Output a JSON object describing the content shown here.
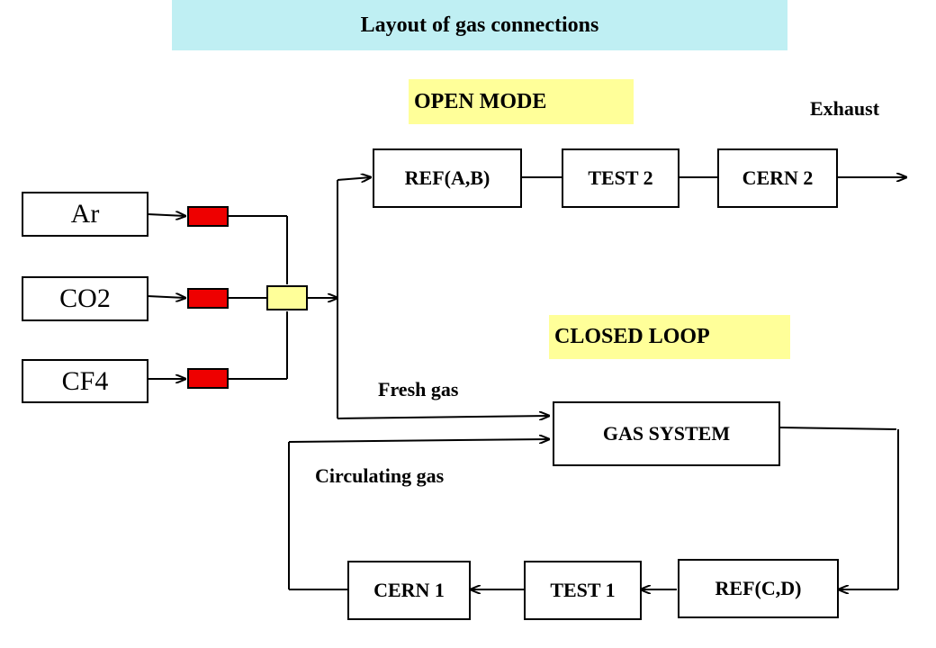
{
  "title": "Layout of gas connections",
  "modes": {
    "open": "OPEN MODE",
    "closed": "CLOSED LOOP"
  },
  "gases": {
    "ar": "Ar",
    "co2": "CO2",
    "cf4": "CF4"
  },
  "open_chain": {
    "ref": "REF(A,B)",
    "test": "TEST 2",
    "cern": "CERN 2"
  },
  "closed_chain": {
    "gas_system": "GAS SYSTEM",
    "ref": "REF(C,D)",
    "test": "TEST 1",
    "cern": "CERN 1"
  },
  "labels": {
    "exhaust": "Exhaust",
    "fresh_gas": "Fresh gas",
    "circulating_gas": "Circulating gas"
  },
  "colors": {
    "title_bg": "#bfeff3",
    "mode_bg": "#ffff99",
    "valve": "#ee0000",
    "mixer": "#ffff99"
  }
}
